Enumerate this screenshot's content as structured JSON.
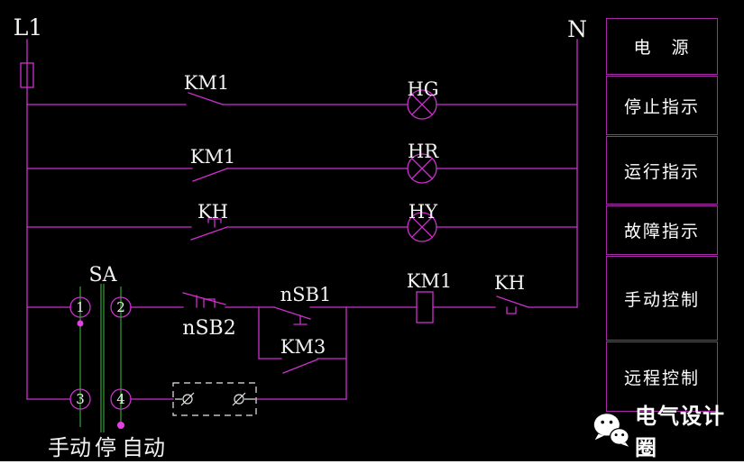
{
  "colors": {
    "wire": "#cf2ecf",
    "green": "#35a035",
    "dot": "#e540e5",
    "label_text": "#f2f2f2",
    "panel_border": "#a826a8",
    "background": "#000000"
  },
  "power": {
    "line_label": "L1",
    "neutral_label": "N"
  },
  "labels": {
    "km1_row1": "KM1",
    "hg": "HG",
    "km1_row2": "KM1",
    "hr": "HR",
    "kh_row3": "KH",
    "hy": "HY",
    "sa": "SA",
    "nsb2": "nSB2",
    "nsb1": "nSB1",
    "km1_coil": "KM1",
    "kh_thermal": "KH",
    "km3": "KM3",
    "t1": "1",
    "t2": "2",
    "t3": "3",
    "t4": "4"
  },
  "selector_positions": {
    "manual": "手动",
    "stop": "停",
    "auto": "自动"
  },
  "legend": {
    "rows": [
      {
        "label": "电　源"
      },
      {
        "label": "停止指示"
      },
      {
        "label": "运行指示"
      },
      {
        "label": "故障指示"
      },
      {
        "label": "手动控制"
      },
      {
        "label": "远程控制"
      }
    ]
  },
  "footer": {
    "brand": "电气设计圈",
    "icon": "wechat"
  }
}
